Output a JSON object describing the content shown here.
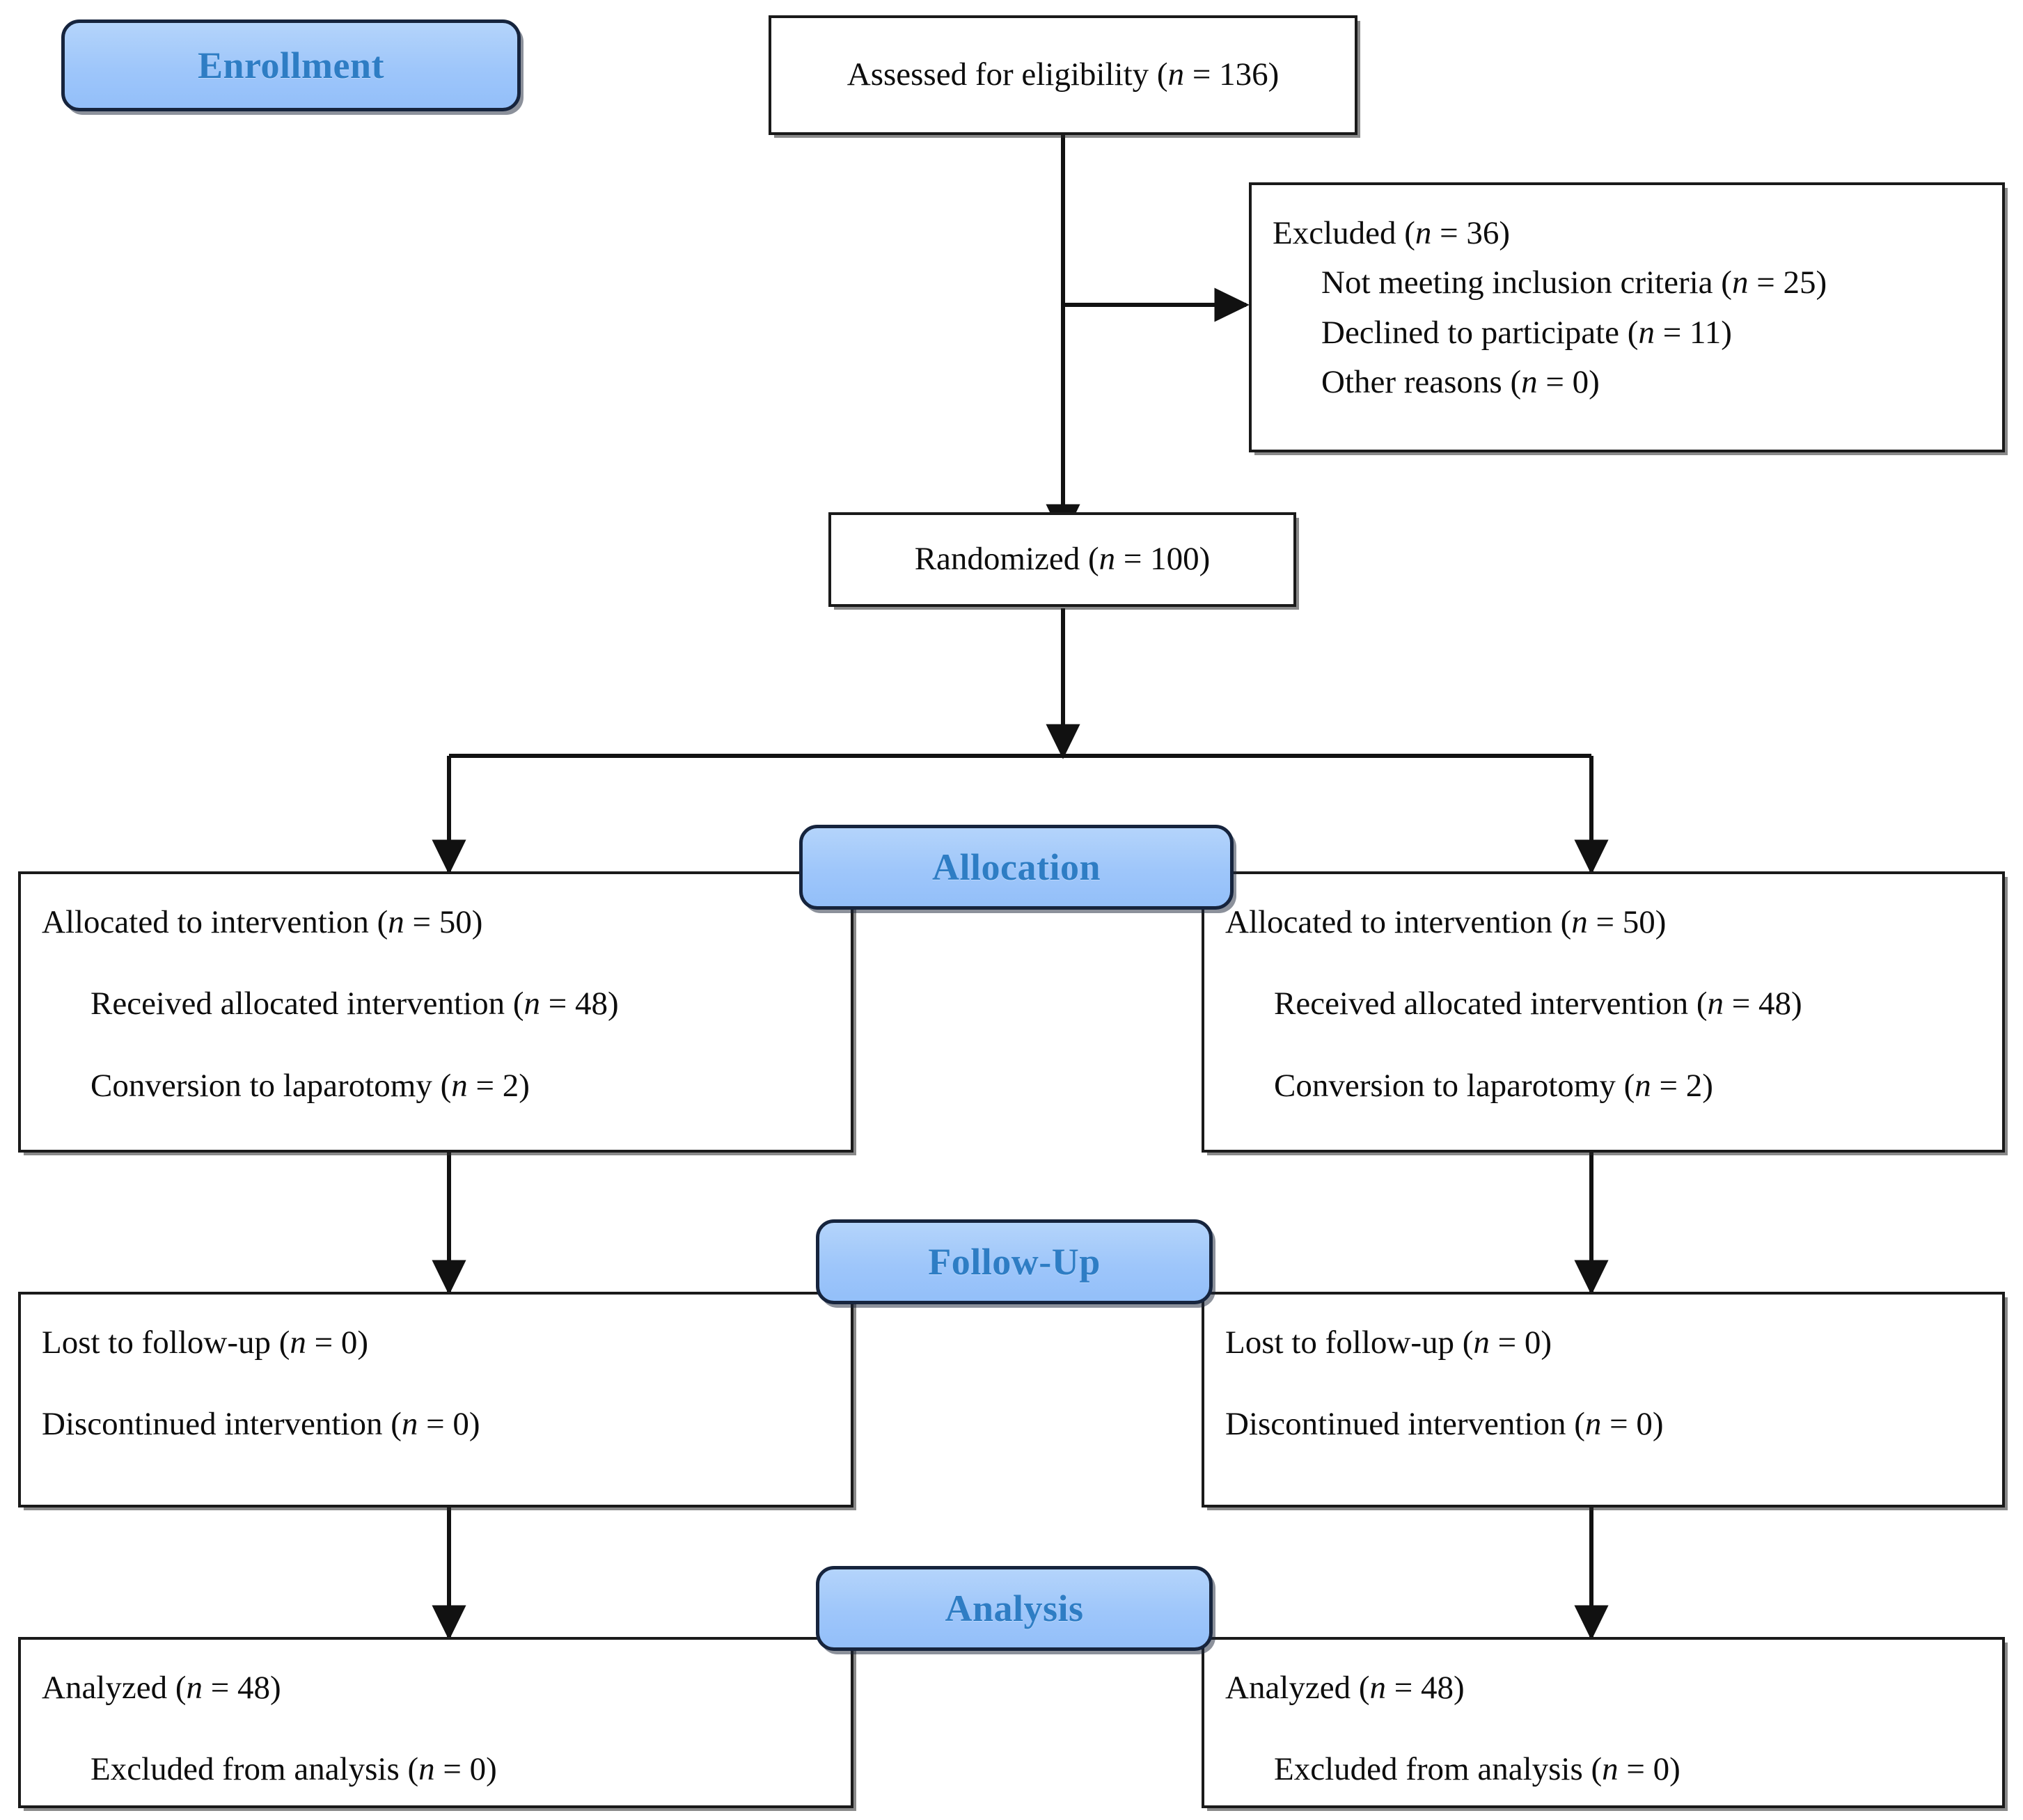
{
  "diagram": {
    "title": "CONSORT participant flow diagram",
    "colors": {
      "label_fill": "#9ec6fa",
      "label_border": "#16243d",
      "label_text": "#2e7dc4",
      "box_border": "#1a1a1a",
      "canvas": "#ffffff"
    }
  },
  "stages": {
    "enrollment": "Enrollment",
    "allocation": "Allocation",
    "followup": "Follow-Up",
    "analysis": "Analysis"
  },
  "enrollment": {
    "assessed": "Assessed for eligibility (n = 136)",
    "assessed_text": "Assessed for eligibility (",
    "assessed_n": "n",
    "assessed_val": " = 136)",
    "excluded_heading_text": "Excluded (",
    "excluded_heading_val": " = 36)",
    "excluded_reasons": [
      {
        "text": "Not meeting inclusion criteria (",
        "val": " = 25)"
      },
      {
        "text": "Declined to participate (",
        "val": " = 11)"
      },
      {
        "text": "Other reasons (",
        "val": " = 0)"
      }
    ],
    "randomized_text": "Randomized (",
    "randomized_val": " = 100)"
  },
  "arms": {
    "left": {
      "allocation": [
        {
          "text": "Allocated to intervention (",
          "val": " = 50)",
          "indent": 0
        },
        {
          "text": "Received allocated intervention (",
          "val": " = 48)",
          "indent": 1
        },
        {
          "text": "Conversion to laparotomy  (",
          "val": " = 2)",
          "indent": 1
        }
      ],
      "followup": [
        {
          "text": "Lost to follow-up (",
          "val": " = 0)",
          "indent": 0
        },
        {
          "text": "Discontinued intervention (",
          "val": " = 0)",
          "indent": 0
        }
      ],
      "analysis": [
        {
          "text": "Analyzed  (",
          "val": " = 48)",
          "indent": 0
        },
        {
          "text": "Excluded from analysis (",
          "val": " = 0)",
          "indent": 1
        }
      ]
    },
    "right": {
      "allocation": [
        {
          "text": "Allocated to intervention (",
          "val": " = 50)",
          "indent": 0
        },
        {
          "text": "Received allocated intervention (",
          "val": " = 48)",
          "indent": 1
        },
        {
          "text": "Conversion to laparotomy (",
          "val": " = 2)",
          "indent": 1
        }
      ],
      "followup": [
        {
          "text": "Lost to follow-up (",
          "val": " = 0)",
          "indent": 0
        },
        {
          "text": "Discontinued intervention (",
          "val": " = 0)",
          "indent": 0
        }
      ],
      "analysis": [
        {
          "text": "Analyzed  (",
          "val": " = 48)",
          "indent": 0
        },
        {
          "text": "Excluded from analysis (",
          "val": " = 0)",
          "indent": 1
        }
      ]
    }
  },
  "symbols": {
    "n": "n"
  }
}
